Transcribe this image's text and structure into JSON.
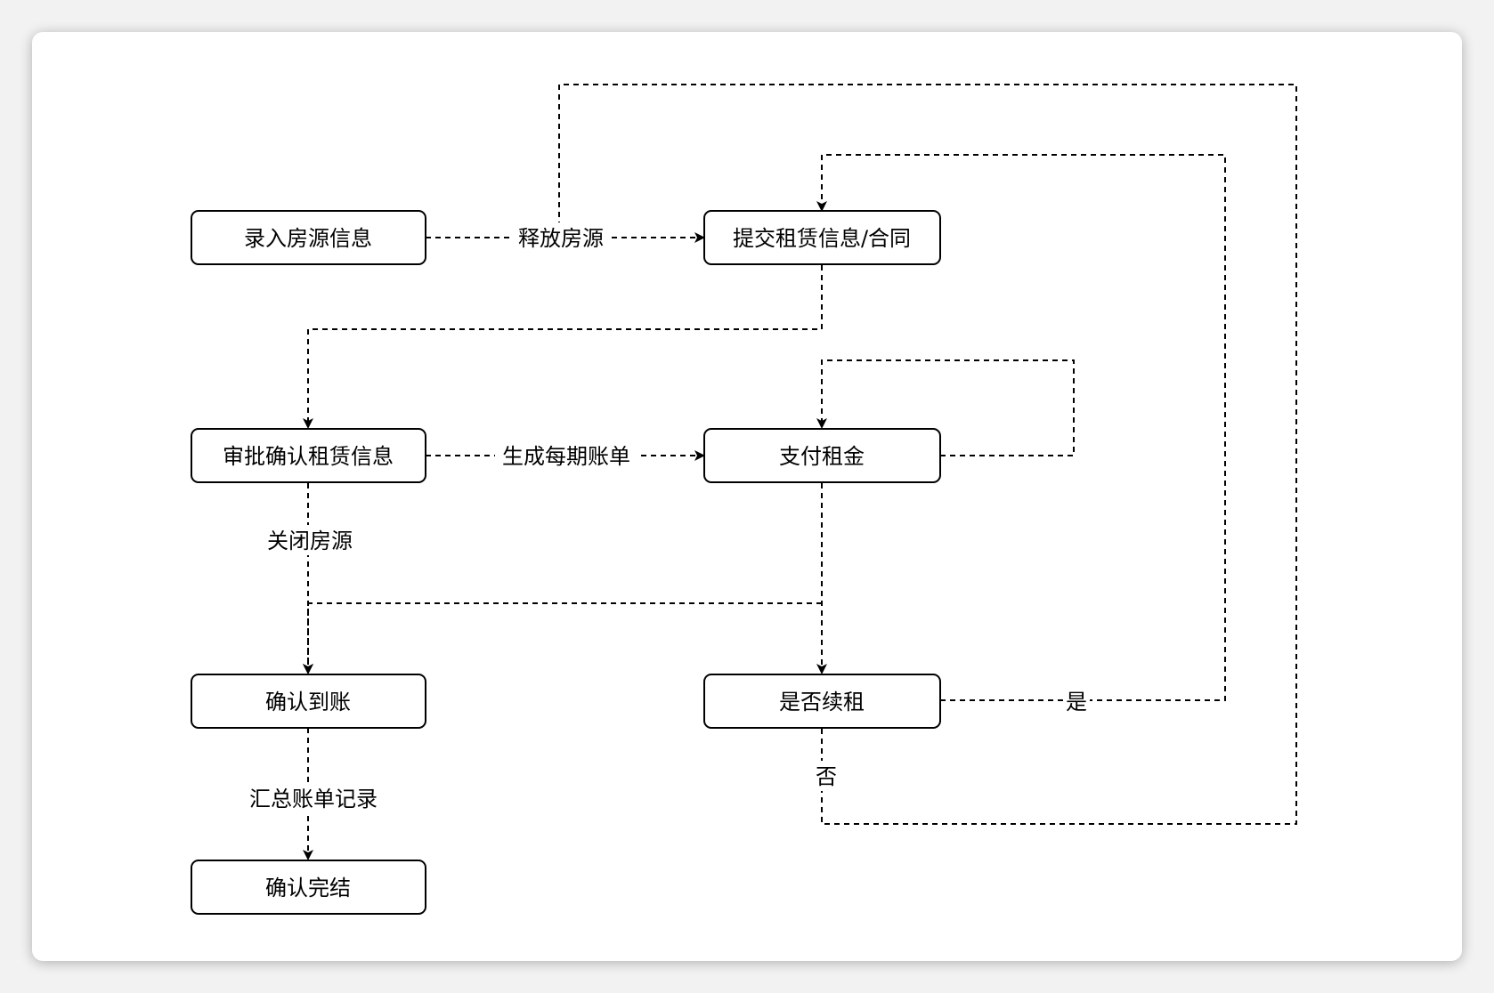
{
  "nodes": {
    "enter_listing": "录入房源信息",
    "submit_lease": "提交租赁信息/合同",
    "approve_lease": "审批确认租赁信息",
    "pay_rent": "支付租金",
    "confirm_receipt": "确认到账",
    "renew_decision": "是否续租",
    "confirm_complete": "确认完结"
  },
  "edges": {
    "release_listing": "释放房源",
    "generate_bills": "生成每期账单",
    "close_listing": "关闭房源",
    "summarize_bills": "汇总账单记录",
    "yes": "是",
    "no": "否"
  }
}
